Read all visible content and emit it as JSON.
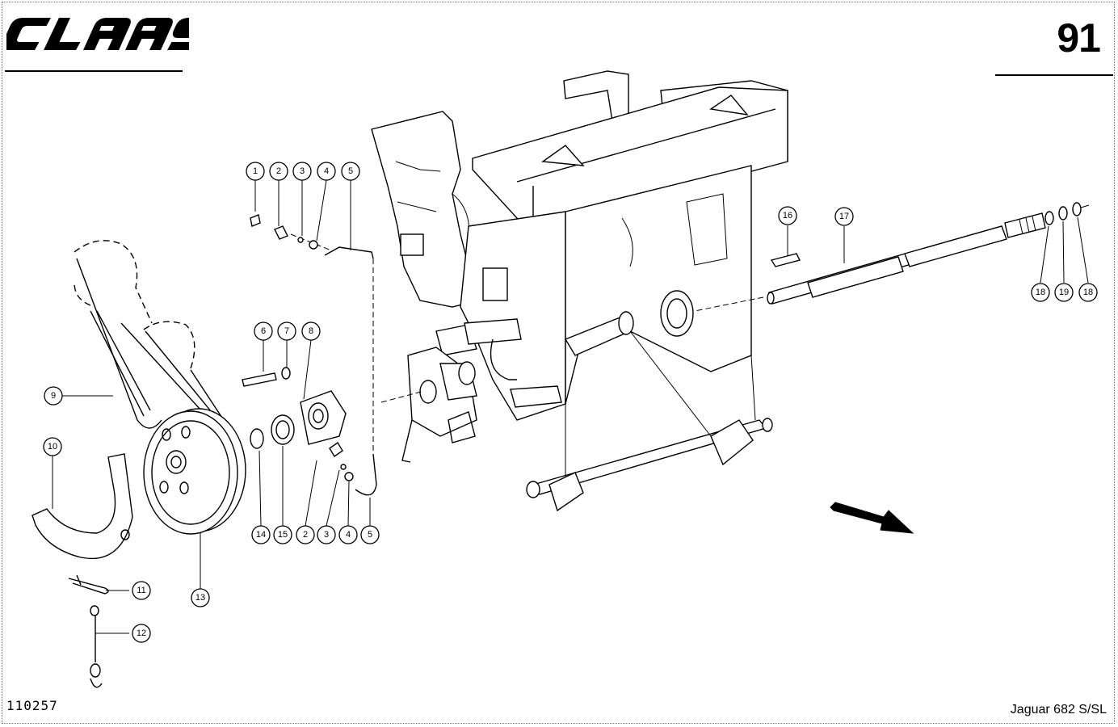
{
  "header": {
    "brand": "CLAAS",
    "page_number": "91"
  },
  "footer": {
    "drawing_number": "110257",
    "model": "Jaguar 682 S/SL"
  },
  "callouts": [
    "1",
    "2",
    "3",
    "4",
    "5",
    "6",
    "7",
    "8",
    "9",
    "10",
    "11",
    "12",
    "13",
    "14",
    "15",
    "2",
    "3",
    "4",
    "5",
    "16",
    "17",
    "18",
    "19",
    "18"
  ],
  "colors": {
    "ink": "#000000",
    "paper": "#ffffff"
  },
  "icons": {
    "direction": "travel-direction-arrow-icon"
  }
}
